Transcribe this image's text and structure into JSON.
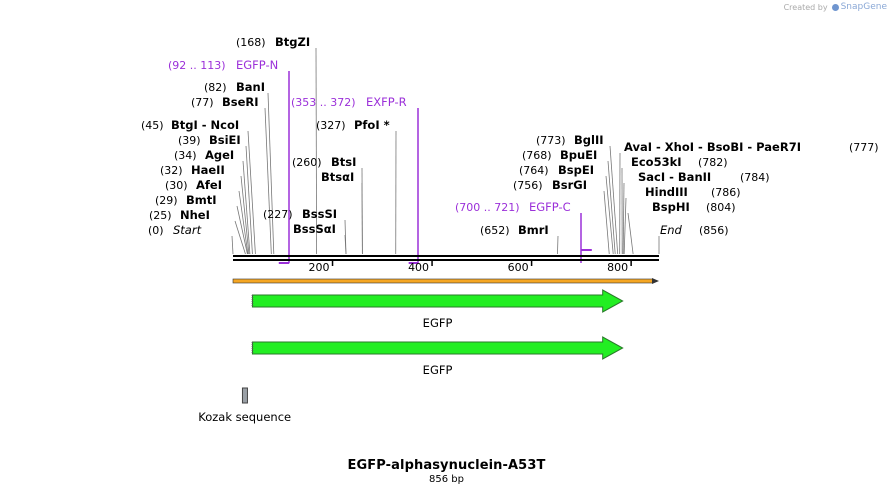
{
  "brand": {
    "prefix": "Created by",
    "name": "SnapGene"
  },
  "plasmid": {
    "name": "EGFP-alphasynuclein-A53T",
    "size_label": "856 bp"
  },
  "ruler": {
    "min_bp": 1,
    "max_bp": 856,
    "ticks": [
      {
        "bp": 200,
        "label": "200"
      },
      {
        "bp": 400,
        "label": "400"
      },
      {
        "bp": 600,
        "label": "600"
      },
      {
        "bp": 800,
        "label": "800"
      }
    ]
  },
  "sites": [
    {
      "pos": "(168)",
      "name": "BtgZI",
      "bp": 168
    },
    {
      "pos": "(82)",
      "name": "BanI",
      "bp": 82
    },
    {
      "pos": "(77)",
      "name": "BseRI",
      "bp": 77
    },
    {
      "pos": "(327)",
      "name": "PfoI *",
      "bp": 327
    },
    {
      "pos": "(45)",
      "name": "BtgI  - NcoI",
      "bp": 45
    },
    {
      "pos": "(39)",
      "name": "BsiEI",
      "bp": 39
    },
    {
      "pos": "(34)",
      "name": "AgeI",
      "bp": 34
    },
    {
      "pos": "(32)",
      "name": "HaeII",
      "bp": 32
    },
    {
      "pos": "(30)",
      "name": "AfeI",
      "bp": 30
    },
    {
      "pos": "(29)",
      "name": "BmtI",
      "bp": 29
    },
    {
      "pos": "(25)",
      "name": "NheI",
      "bp": 25
    },
    {
      "pos": "(0)",
      "name": "Start",
      "bp": 0,
      "italic": true
    },
    {
      "pos": "(260)",
      "name": "BtsI",
      "bp": 260
    },
    {
      "pos": "",
      "name": "BtsαI",
      "bp": 260
    },
    {
      "pos": "(227)",
      "name": "BssSI",
      "bp": 227
    },
    {
      "pos": "",
      "name": "BssSαI",
      "bp": 227
    },
    {
      "pos": "(652)",
      "name": "BmrI",
      "bp": 652
    },
    {
      "pos": "(773)",
      "name": "BglII",
      "bp": 773
    },
    {
      "pos": "(768)",
      "name": "BpuEI",
      "bp": 768
    },
    {
      "pos": "(764)",
      "name": "BspEI",
      "bp": 764
    },
    {
      "pos": "(756)",
      "name": "BsrGI",
      "bp": 756
    },
    {
      "pos": "(777)",
      "name": "AvaI  - XhoI  - BsoBI  - PaeR7I",
      "bp": 777
    },
    {
      "pos": "(782)",
      "name": "Eco53kI",
      "bp": 782
    },
    {
      "pos": "(784)",
      "name": "SacI  - BanII",
      "bp": 784
    },
    {
      "pos": "(786)",
      "name": "HindIII",
      "bp": 786
    },
    {
      "pos": "(804)",
      "name": "BspHI",
      "bp": 804
    },
    {
      "pos": "(856)",
      "name": "End",
      "bp": 856,
      "italic": true
    }
  ],
  "primers": [
    {
      "range": "(92 .. 113)",
      "name": "EGFP-N",
      "start": 92,
      "end": 113
    },
    {
      "range": "(353 .. 372)",
      "name": "EXFP-R",
      "start": 353,
      "end": 372
    },
    {
      "range": "(700 .. 721)",
      "name": "EGFP-C",
      "start": 700,
      "end": 721
    }
  ],
  "features": [
    {
      "name": "EGFP",
      "start": 25,
      "end": 785,
      "color": "#22ee22"
    },
    {
      "name": "EGFP",
      "start": 25,
      "end": 785,
      "color": "#22ee22"
    },
    {
      "name": "Kozak sequence",
      "start": 19,
      "end": 28,
      "color": "#9aa0a6"
    }
  ],
  "colors": {
    "primer": "#9b30d9",
    "orf_fill": "#f5a623",
    "backbone": "#000000"
  }
}
